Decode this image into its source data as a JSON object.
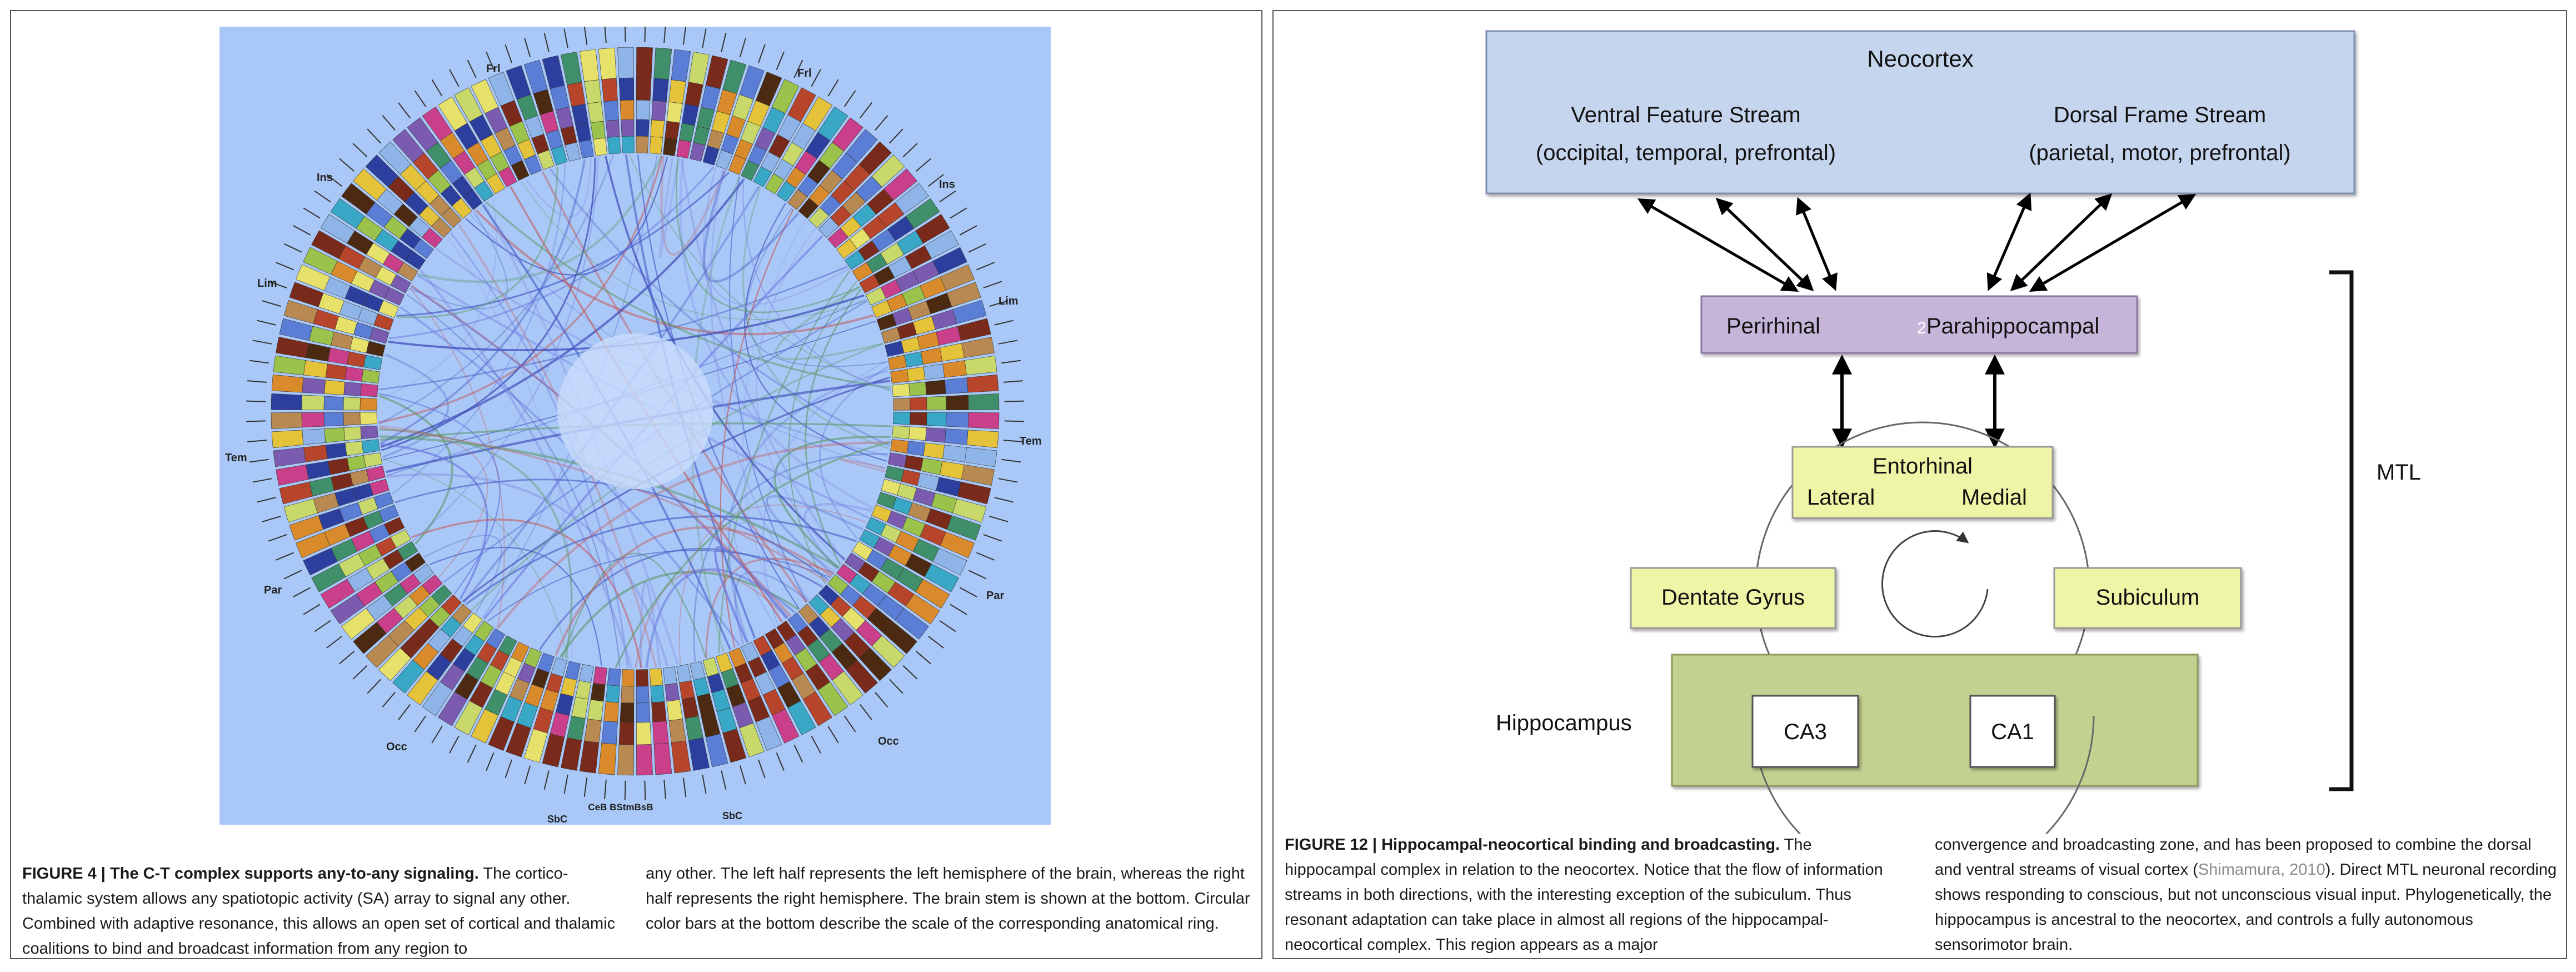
{
  "figure4": {
    "caption_label": "FIGURE 4 | The C-T complex supports any-to-any signaling.",
    "caption_col1_rest": " The cortico-thalamic system allows any spatiotopic activity (SA) array to signal any other. Combined with adaptive resonance, this allows an open set of cortical and thalamic coalitions to bind and broadcast information from any region to",
    "caption_col2": "any other. The left half represents the left hemisphere of the brain, whereas the right half represents the right hemisphere. The brain stem is shown at the bottom. Circular color bars at the bottom describe the scale of the corresponding anatomical ring.",
    "outer_labels": {
      "top_left": "Frl",
      "top_right": "Frl",
      "ins_left": "Ins",
      "ins_right": "Ins",
      "lim_left": "Lim",
      "lim_right": "Lim",
      "tem_left": "Tem",
      "tem_right": "Tem",
      "par_left": "Par",
      "par_right": "Par",
      "occ_left": "Occ",
      "occ_right": "Occ",
      "sbc_left": "SbC",
      "sbc_right": "SbC",
      "bottom": "CeB BStmBsB"
    }
  },
  "figure12": {
    "neocortex": {
      "title": "Neocortex",
      "ventral_title": "Ventral Feature Stream",
      "ventral_sub": "(occipital, temporal, prefrontal)",
      "dorsal_title": "Dorsal Frame Stream",
      "dorsal_sub": "(parietal, motor, prefrontal)"
    },
    "perirhinal": "Perirhinal",
    "parahippocampal": "Parahippocampal",
    "separator_glyph": "2",
    "entorhinal": "Entorhinal",
    "lateral": "Lateral",
    "medial": "Medial",
    "dentate": "Dentate Gyrus",
    "subiculum": "Subiculum",
    "hippocampus": "Hippocampus",
    "ca3": "CA3",
    "ca1": "CA1",
    "mtl": "MTL",
    "caption_label": "FIGURE 12 | Hippocampal-neocortical binding and broadcasting.",
    "caption_col1_rest": " The hippocampal complex in relation to the neocortex. Notice that the flow of information streams in both directions, with the interesting exception of the subiculum. Thus resonant adaptation can take place in almost all regions of the hippocampal-neocortical complex. This region appears as a major",
    "caption_col2_a": "convergence and broadcasting zone, and has been proposed to combine the dorsal and ventral streams of visual cortex (",
    "caption_col2_cite": "Shimamura, 2010",
    "caption_col2_b": "). Direct MTL neuronal recording shows responding to conscious, but not unconscious visual input. Phylogenetically, the hippocampus is ancestral to the neocortex, and controls a fully autonomous sensorimotor brain."
  },
  "colors": {
    "chord_bg": "#aac8f7",
    "neocortex_fill": "#c6d5ee",
    "perirhinal_fill": "#c5b5d8",
    "yellow_fill": "#eef5a6",
    "hippocampus_fill": "#c3d190"
  }
}
